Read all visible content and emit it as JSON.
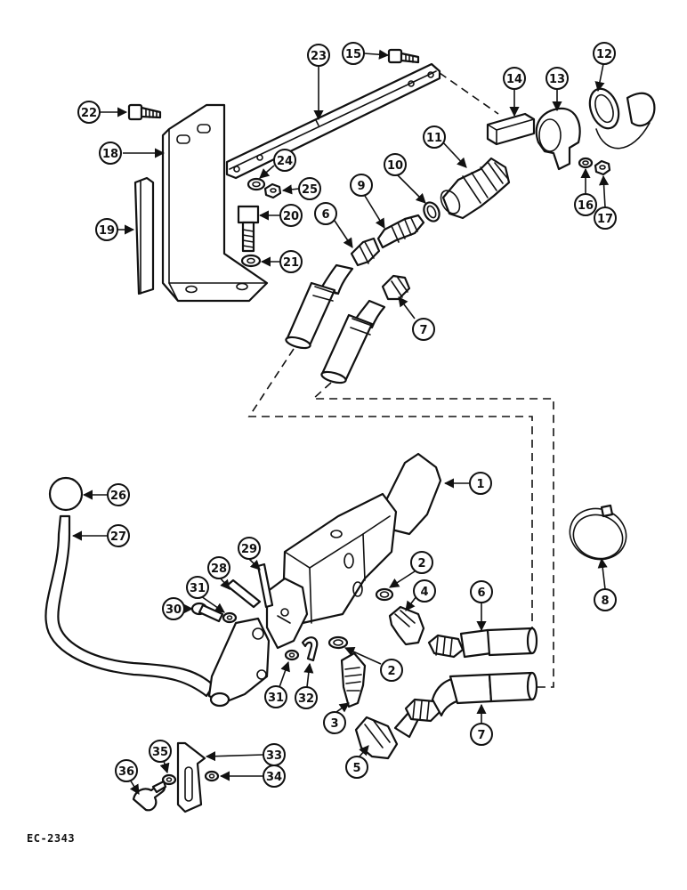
{
  "diagram": {
    "reference_code": "EC-2343",
    "callouts": [
      "1",
      "2",
      "2",
      "3",
      "4",
      "5",
      "6",
      "6",
      "7",
      "7",
      "8",
      "9",
      "10",
      "11",
      "12",
      "13",
      "14",
      "15",
      "16",
      "17",
      "18",
      "19",
      "20",
      "21",
      "22",
      "23",
      "24",
      "25",
      "26",
      "27",
      "28",
      "29",
      "30",
      "31",
      "31",
      "32",
      "33",
      "34",
      "35",
      "36"
    ]
  }
}
